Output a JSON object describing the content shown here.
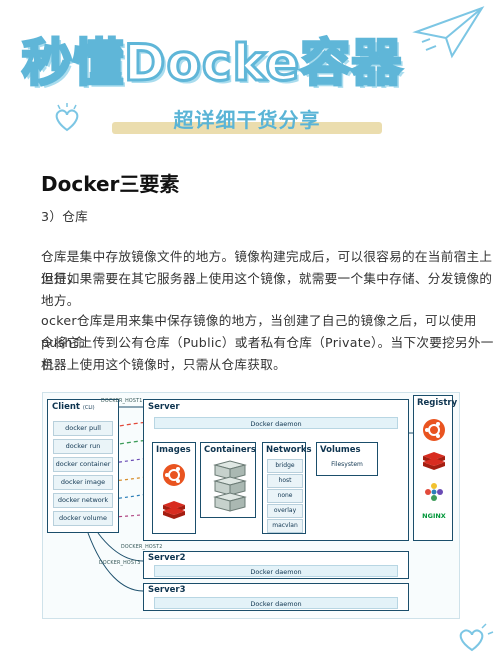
{
  "header": {
    "title": "秒懂Docke容器",
    "subtitle": "超详细干货分享"
  },
  "section": {
    "title": "Docker三要素",
    "item_label": "3）仓库",
    "paragraph1": [
      "仓库是集中存放镜像文件的地方。镜像构建完成后，可以很容易的在当前宿主上运行，",
      "但是如果需要在其它服务器上使用这个镜像，就需要一个集中存储、分发镜像的地方。"
    ],
    "paragraph2": [
      "ocker仓库是用来集中保存镜像的地方，当创建了自己的镜像之后，可以使用push命",
      "令将它上传到公有仓库（Public）或者私有仓库（Private）。当下次要挖另外一台",
      "机器上使用这个镜像时，只需从仓库获取。"
    ]
  },
  "diagram": {
    "client_title": "Client",
    "client_sub": "(CLI)",
    "commands": [
      "docker pull",
      "docker run",
      "docker container",
      "docker image",
      "docker network",
      "docker volume"
    ],
    "server_title": "Server",
    "daemon_label": "Docker daemon",
    "images_title": "Images",
    "containers_title": "Containers",
    "networks_title": "Networks",
    "networks_items": [
      "bridge",
      "host",
      "none",
      "overlay",
      "macvlan"
    ],
    "volumes_title": "Volumes",
    "volumes_item": "Filesystem",
    "server2_title": "Server2",
    "server3_title": "Server3",
    "registry_title": "Registry",
    "nginx_label": "NGINX",
    "host_labels": [
      "DOCKER_HOST1",
      "DOCKER_HOST2",
      "DOCKER_HOST3"
    ]
  },
  "colors": {
    "accent": "#5fb6d8",
    "ubuntu": "#e95420",
    "redis": "#d82c20",
    "nginx": "#009639"
  }
}
